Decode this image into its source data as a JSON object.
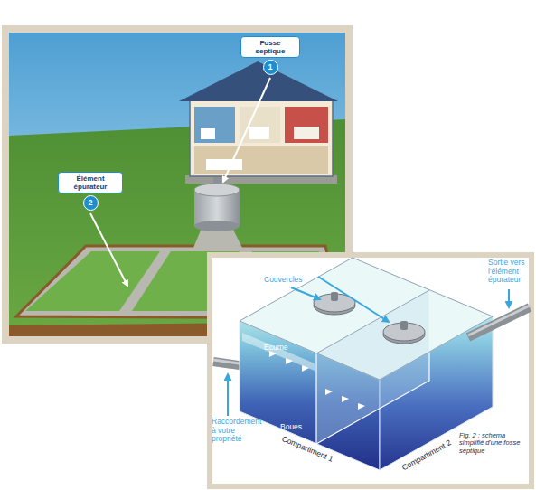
{
  "diagram": {
    "caption": "Fig. 2 : schema simplifié d'une fosse septique",
    "nodes": [
      {
        "text": [
          "Fosse septique",
          "1"
        ]
      },
      {
        "text": [
          "Élément épurateur",
          "2"
        ]
      }
    ],
    "labels": [
      "Couvercles",
      "Sortie vers l'élément épurateur",
      "Ecume",
      "Raccordement à votre propriété",
      "Boues",
      "Compartiment 1",
      "Compartiment 2"
    ]
  }
}
